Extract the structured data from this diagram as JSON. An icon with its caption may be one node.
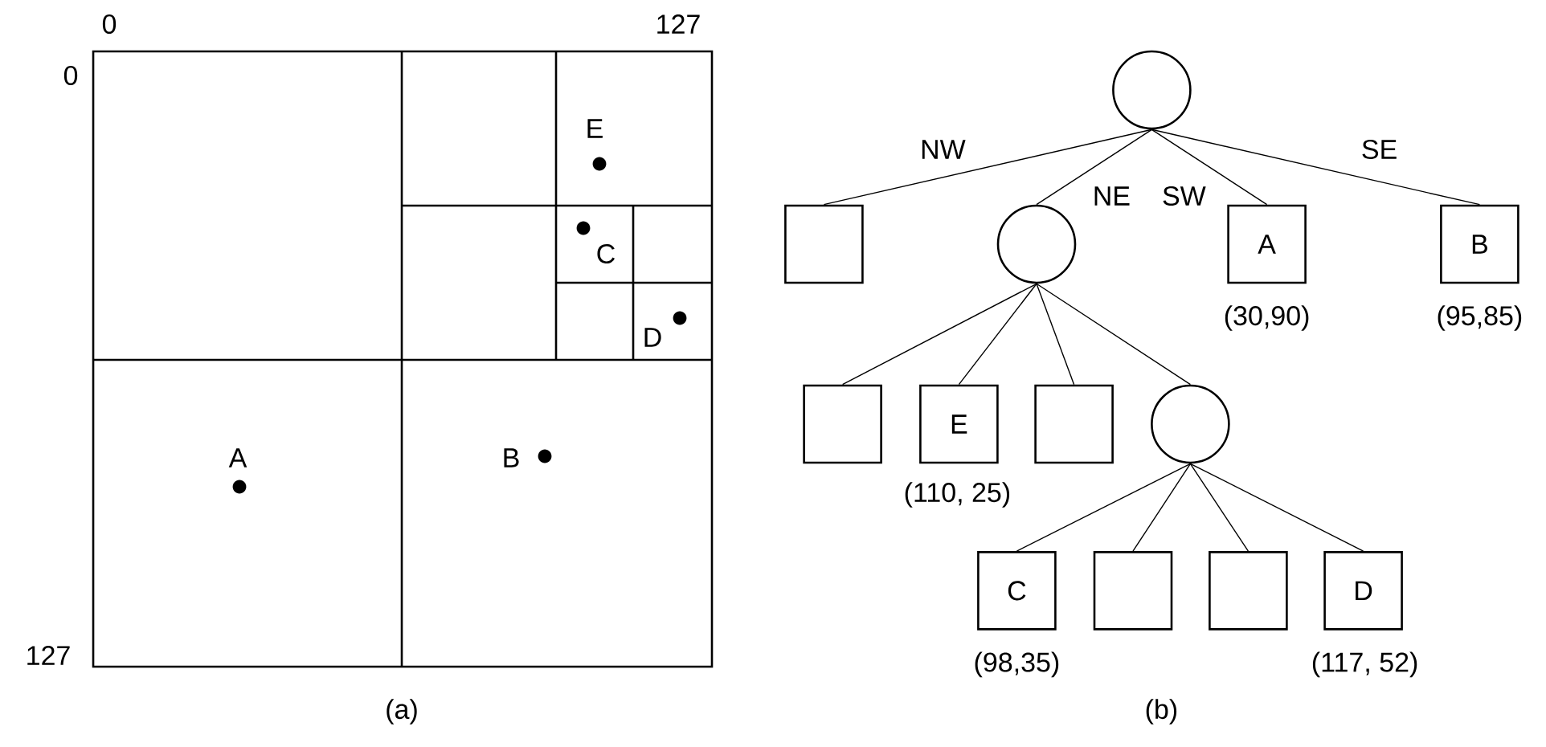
{
  "diagram": {
    "nodes": [
      {
        "text": [],
        "shape": "circle"
      },
      {
        "text": [],
        "shape": "box"
      },
      {
        "text": [],
        "shape": "circle"
      },
      {
        "text": [
          "A"
        ],
        "beside": [
          "(30,90)"
        ]
      },
      {
        "text": [
          "B"
        ],
        "beside": [
          "(95,85)"
        ]
      },
      {
        "text": [],
        "shape": "box"
      },
      {
        "text": [
          "E"
        ],
        "beside": [
          "(110, 25)"
        ]
      },
      {
        "text": [],
        "shape": "box"
      },
      {
        "text": [],
        "shape": "circle"
      },
      {
        "text": [
          "C"
        ],
        "beside": [
          "(98,35)"
        ]
      },
      {
        "text": [],
        "shape": "box"
      },
      {
        "text": [],
        "shape": "box"
      },
      {
        "text": [
          "D"
        ],
        "beside": [
          "(117, 52)"
        ]
      }
    ],
    "edges": [
      {
        "from": 0,
        "to": 1,
        "arrow": "none",
        "label": "NW"
      },
      {
        "from": 0,
        "to": 2,
        "arrow": "none",
        "label": "NE"
      },
      {
        "from": 0,
        "to": 3,
        "arrow": "none",
        "label": "SW"
      },
      {
        "from": 0,
        "to": 4,
        "arrow": "none",
        "label": "SE"
      },
      {
        "from": 2,
        "to": 5,
        "arrow": "none"
      },
      {
        "from": 2,
        "to": 6,
        "arrow": "none"
      },
      {
        "from": 2,
        "to": 7,
        "arrow": "none"
      },
      {
        "from": 2,
        "to": 8,
        "arrow": "none"
      },
      {
        "from": 8,
        "to": 9,
        "arrow": "none"
      },
      {
        "from": 8,
        "to": 10,
        "arrow": "none"
      },
      {
        "from": 8,
        "to": 11,
        "arrow": "none"
      },
      {
        "from": 8,
        "to": 12,
        "arrow": "none"
      }
    ],
    "labels": [
      "0",
      "127",
      "0",
      "E",
      "C",
      "D",
      "A",
      "B",
      "127",
      "(a)",
      "(b)"
    ]
  }
}
